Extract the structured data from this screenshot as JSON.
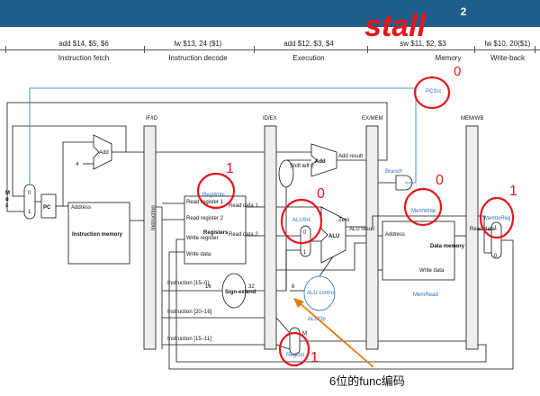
{
  "header": {
    "page_number": "2"
  },
  "pipeline_instructions": [
    {
      "instruction": "add $14, $5, $6",
      "stage": "Instruction fetch"
    },
    {
      "instruction": "lw $13, 24 ($1)",
      "stage": "Instruction decode"
    },
    {
      "instruction": "add $12, $3, $4",
      "stage": "Execution"
    },
    {
      "instruction": "sw $11, $2, $3",
      "stage": "Memory"
    },
    {
      "instruction": "lw $10, 20($1)",
      "stage": "Write-back"
    }
  ],
  "pipeline_registers": [
    "IF/ID",
    "ID/EX",
    "EX/MEM",
    "MEM/WB"
  ],
  "units": {
    "pc": "PC",
    "mux_letters": [
      "M",
      "u",
      "x"
    ],
    "mux_inputs": [
      "0",
      "1"
    ],
    "adder_pc": "Add",
    "adder_pc_input": "4",
    "adder_branch": "Add",
    "adder_branch_result": "Add result",
    "shift_left": "Shift left 2",
    "instruction_memory": {
      "title": "Instruction memory",
      "port": "Address"
    },
    "registers": {
      "title": "Registers",
      "read_reg_1": "Read register 1",
      "read_reg_2": "Read register 2",
      "write_reg": "Write register",
      "write_data": "Write data",
      "read_data_1": "Read data 1",
      "read_data_2": "Read data 2"
    },
    "instruction_bus": "Instruction",
    "sign_extend": "Sign-extend",
    "sign_extend_in": "16",
    "sign_extend_out": "32",
    "alu": "ALU",
    "alu_zero": "Zero",
    "alu_result": "ALU result",
    "alu_control": "ALU control",
    "alu_control_in": "6",
    "data_memory": {
      "title": "Data memory",
      "address": "Address",
      "write_data": "Write data",
      "read_data": "Read data"
    },
    "instruction_fields": [
      "Instruction [15–0]",
      "Instruction [20–16]",
      "Instruction [15–11]"
    ],
    "branch": "Branch"
  },
  "control_signals": {
    "pcsrc": "PCSrc",
    "regwrite": "RegWrite",
    "alusrc": "ALUSrc",
    "memwrite": "MemWrite",
    "memtoreg": "MemtoReg",
    "memread": "MemRead",
    "aluop": "ALUOp",
    "regdst": "RegDst"
  },
  "annotations": {
    "stall": "stall",
    "pcsrc_value": "0",
    "regwrite_value": "1",
    "alusrc_value": "0",
    "memwrite_value": "0",
    "memtoreg_value": "1",
    "regdst_value": "1",
    "func_note": "6位的func编码"
  },
  "colors": {
    "annotation": "#e8151b",
    "signal": "#2f6fb5",
    "wire": "#111111",
    "arrow": "#e8780a",
    "header": "#1f5e8c"
  }
}
